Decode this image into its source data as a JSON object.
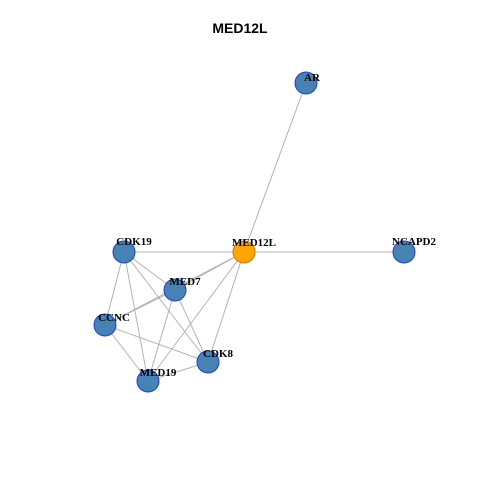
{
  "title": "MED12L",
  "colors": {
    "node_fill": "#4682b4",
    "node_stroke": "#1f3fd0",
    "hub_fill": "#ffa500",
    "hub_stroke": "#c8731a",
    "edge": "#b3b3b3"
  },
  "nodes": [
    {
      "id": "AR",
      "label": "AR",
      "hub": false
    },
    {
      "id": "CDK19",
      "label": "CDK19",
      "hub": false
    },
    {
      "id": "MED12L",
      "label": "MED12L",
      "hub": true
    },
    {
      "id": "NCAPD2",
      "label": "NCAPD2",
      "hub": false
    },
    {
      "id": "MED7",
      "label": "MED7",
      "hub": false
    },
    {
      "id": "CCNC",
      "label": "CCNC",
      "hub": false
    },
    {
      "id": "CDK8",
      "label": "CDK8",
      "hub": false
    },
    {
      "id": "MED19",
      "label": "MED19",
      "hub": false
    }
  ],
  "edges": [
    [
      "AR",
      "MED12L"
    ],
    [
      "MED12L",
      "NCAPD2"
    ],
    [
      "CDK19",
      "MED12L"
    ],
    [
      "CDK19",
      "MED7"
    ],
    [
      "CDK19",
      "CCNC"
    ],
    [
      "CDK19",
      "MED19"
    ],
    [
      "CDK19",
      "CDK8"
    ],
    [
      "MED12L",
      "MED7"
    ],
    [
      "MED12L",
      "CCNC"
    ],
    [
      "MED12L",
      "CDK8"
    ],
    [
      "MED12L",
      "MED19"
    ],
    [
      "MED7",
      "CCNC"
    ],
    [
      "MED7",
      "CDK8"
    ],
    [
      "MED7",
      "MED19"
    ],
    [
      "CCNC",
      "MED19"
    ],
    [
      "CCNC",
      "CDK8"
    ],
    [
      "MED19",
      "CDK8"
    ]
  ]
}
